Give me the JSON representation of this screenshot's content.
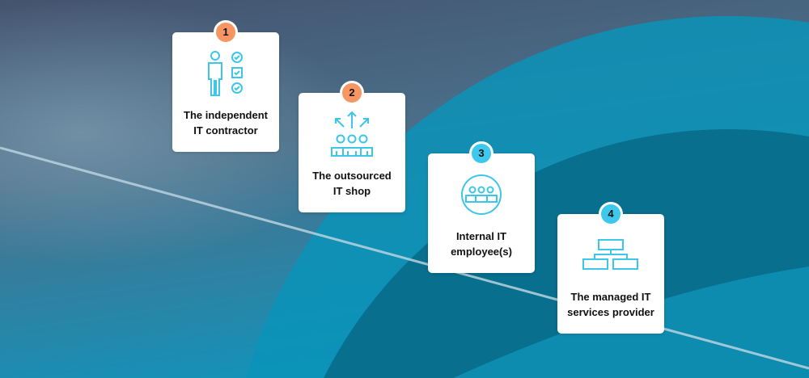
{
  "colors": {
    "orange": "#f79662",
    "cyan": "#3ec9ec",
    "icon": "#3cc6ea",
    "bg_top": "#4a5a75",
    "bg_bottom": "#0f9fc4"
  },
  "steps": [
    {
      "number": "1",
      "line1": "The independent",
      "line2": "IT contractor",
      "icon": "person-checklist-icon",
      "badge_color": "orange"
    },
    {
      "number": "2",
      "line1": "The outsourced",
      "line2": "IT shop",
      "icon": "team-outward-arrows-icon",
      "badge_color": "orange"
    },
    {
      "number": "3",
      "line1": "Internal IT",
      "line2": "employee(s)",
      "icon": "team-circle-icon",
      "badge_color": "cyan"
    },
    {
      "number": "4",
      "line1": "The managed IT",
      "line2": "services provider",
      "icon": "org-chart-icon",
      "badge_color": "cyan"
    }
  ]
}
